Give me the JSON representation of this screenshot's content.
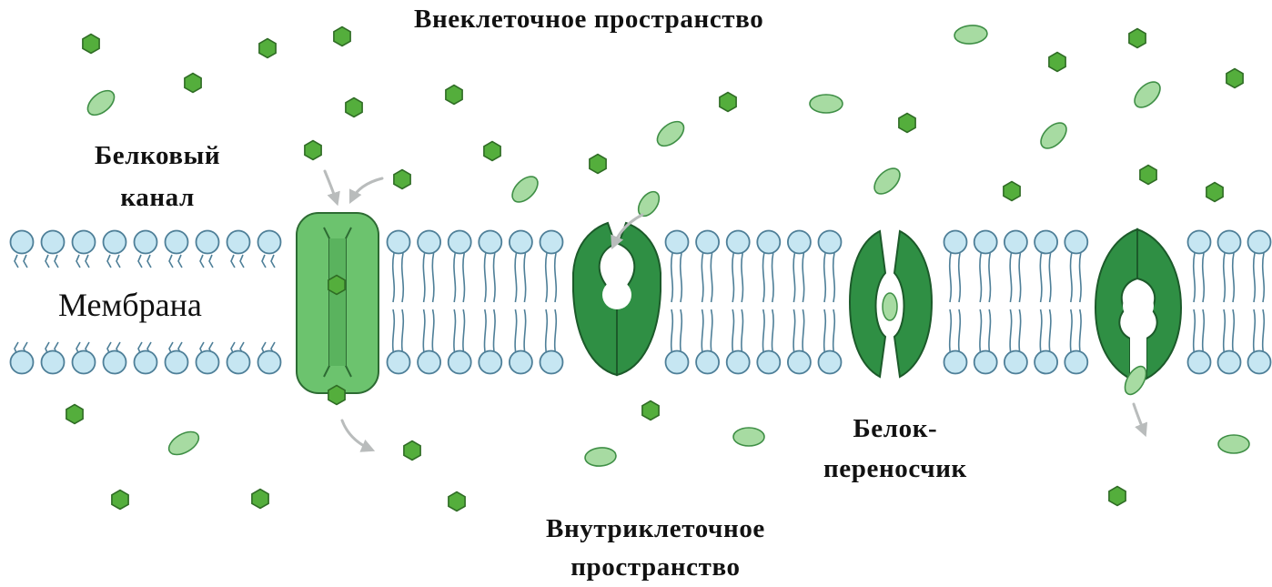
{
  "labels": {
    "extracellular": "Внеклеточное пространство",
    "channel_line1": "Белковый",
    "channel_line2": "канал",
    "membrane": "Мембрана",
    "carrier_line1": "Белок-",
    "carrier_line2": "переносчик",
    "intracellular_line1": "Внутриклеточное",
    "intracellular_line2": "пространство"
  },
  "colors": {
    "background": "#ffffff",
    "lipid_head_fill": "#c6e6f2",
    "lipid_outline": "#4e7f98",
    "channel_protein": "#6cc36e",
    "carrier_protein": "#2f8f44",
    "particle_hexagon": "#54ae3c",
    "particle_oval": "#a7dba2",
    "arrow": "#b9bcbc"
  },
  "icons": {
    "small_molecule": "hexagon-particle-icon",
    "large_molecule": "oval-particle-icon",
    "movement": "curved-arrow-icon"
  }
}
